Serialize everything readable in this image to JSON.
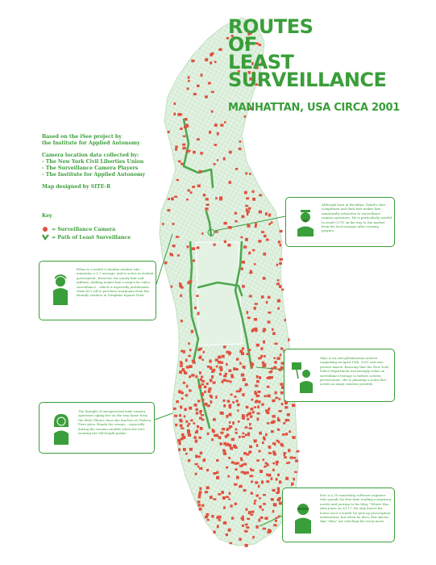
{
  "title": {
    "lines": [
      "ROUTES",
      "OF",
      "LEAST",
      "SURVEILLANCE"
    ],
    "subtitle": "MANHATTAN, USA CIRCA 2001"
  },
  "credits": {
    "line1": "Based on the iSee project by",
    "line2": "the Institute for Applied Autonomy",
    "line3": "Camera location data collected by:",
    "line4": "- The New York Civil Liberties Union",
    "line5": "- The Surveillance Camera Players",
    "line6": "- The Institute for Applied Autonomy",
    "line7": "Map designed by SITE-R"
  },
  "key": {
    "title": "Key",
    "camera": "= Surveillance Camera",
    "path": "= Path of Least Surveillance"
  },
  "colors": {
    "green": "#3a9e3a",
    "land": "#d7ecd7",
    "camera": "#e0513f"
  },
  "stories": {
    "zahid": "Although born in Brooklyn, Zahid's olive complexion and dark hair makes him unnaturally attractive to surveillance camera operators. He is particularly careful to avoid CCTV on his way to the market from his local mosque after evening prayers.",
    "ethan": "Ethan is a model Columbia student who maintains a 3.7 average, and is active in student government. However, his unruly hair and military clothing makes him a target for video surveillance – which is especially problematic when he's off to purchase marijuana from the friendly vendors in Tompkins Square Park.",
    "skye": "Skye is an anti-globalization activist organizing an April 19th, 2001 anti-war protest march. Knowing that the New York Police Department increasingly relies on surveillance footage to bolster activist prosecutions, she is planning a route that avoids as many cameras possible.",
    "woman": "The thought of unsupervised male camera operators ogling her on the way home from the Peter Pilates class she teaches at Chelsea Piers gives Wanda the creeps... especially during the warmer months when she isn't wearing her full-length parka!",
    "eric": "Eric is a 30-something software engineer who spends his free time reading conspiracy novels and posting to his blog, \"Where Was Alex Jones on 9/11?\" He only leaves his house once a month (to pick up prescription medication), but when he does, Eric knows that \"they\" are watching his every move."
  }
}
